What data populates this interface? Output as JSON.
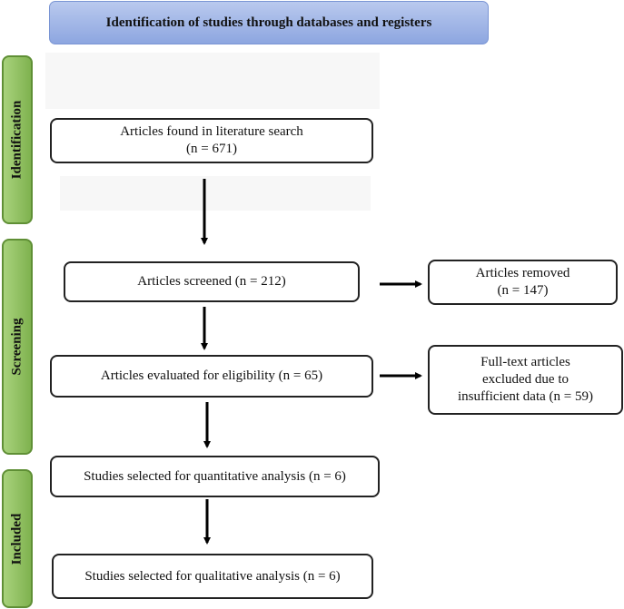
{
  "header": {
    "title": "Identification of studies through databases and registers"
  },
  "stages": {
    "identification": "Identification",
    "screening": "Screening",
    "included": "Included"
  },
  "boxes": {
    "found": {
      "line1": "Articles found in literature search",
      "line2": "(n = 671)"
    },
    "screened": {
      "line1": "Articles screened (n = 212)"
    },
    "removed": {
      "line1": "Articles removed",
      "line2": "(n = 147)"
    },
    "eligibility": {
      "line1": "Articles evaluated for eligibility (n = 65)"
    },
    "excluded": {
      "line1": "Full-text articles",
      "line2": "excluded due to",
      "line3": "insufficient data (n = 59)"
    },
    "quantitative": {
      "line1": "Studies selected for quantitative analysis (n = 6)"
    },
    "qualitative": {
      "line1": "Studies selected for qualitative analysis (n = 6)"
    }
  }
}
